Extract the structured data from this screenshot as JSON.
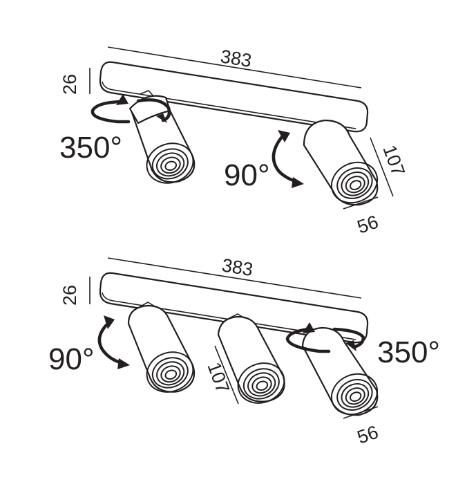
{
  "figure_top": {
    "dim_length": "383",
    "dim_height": "26",
    "dim_spot_length": "107",
    "dim_spot_diameter": "56",
    "rotation_label": "350°",
    "tilt_label": "90°"
  },
  "figure_bottom": {
    "dim_length": "383",
    "dim_height": "26",
    "dim_spot_length": "107",
    "dim_spot_diameter": "56",
    "rotation_label": "350°",
    "tilt_label": "90°"
  },
  "colors": {
    "ink": "#231f20",
    "background": "#ffffff"
  }
}
